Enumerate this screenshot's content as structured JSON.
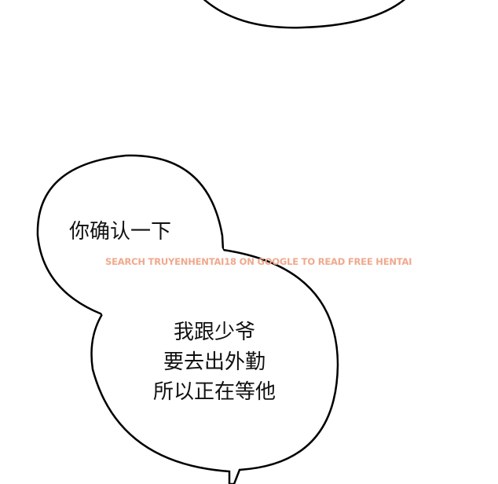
{
  "bubbles": {
    "first": "你确认一下",
    "second_lines": [
      "我跟少爷",
      "要去出外勤",
      "所以正在等他"
    ]
  },
  "watermark": "SEARCH TRUYENHENTAI18 ON GOOGLE TO READ FREE HENTAI",
  "colors": {
    "watermark": "#f0a88c",
    "outline": "#000000"
  }
}
